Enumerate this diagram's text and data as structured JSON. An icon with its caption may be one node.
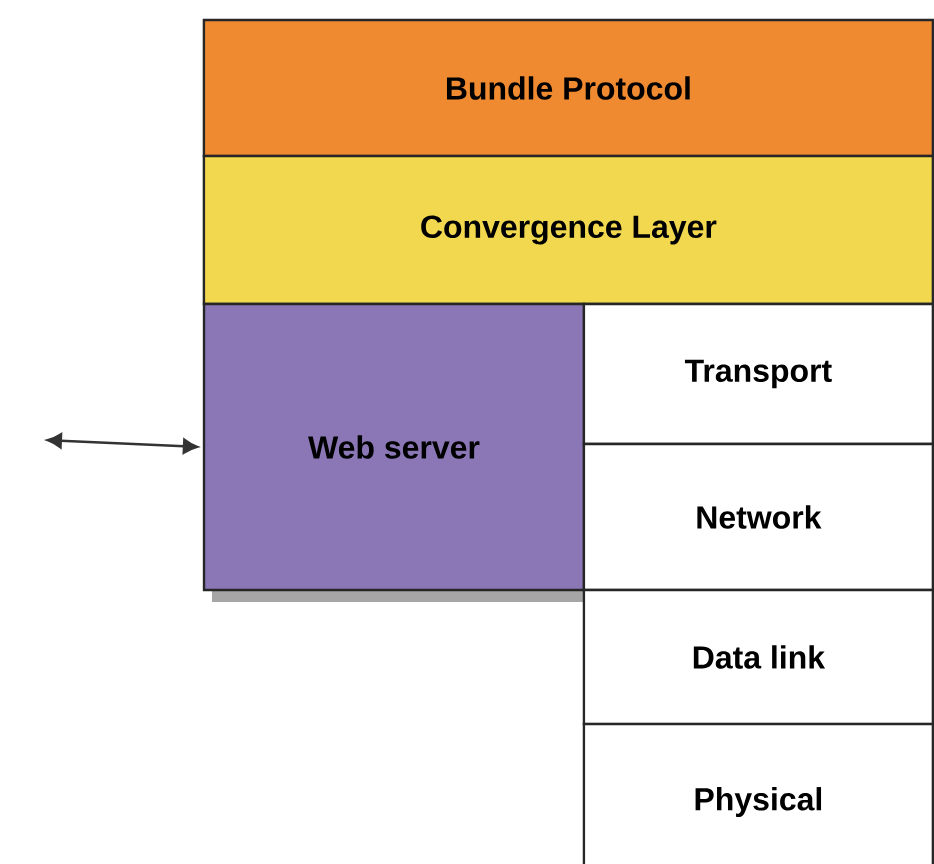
{
  "diagram": {
    "nodes": [
      {
        "text": [
          "Bundle Protocol"
        ]
      },
      {
        "text": [
          "Convergence Layer"
        ]
      },
      {
        "text": [
          "Web server"
        ]
      },
      {
        "text": [
          "Transport"
        ]
      },
      {
        "text": [
          "Network"
        ]
      },
      {
        "text": [
          "Data link"
        ]
      },
      {
        "text": [
          "Physical"
        ]
      }
    ],
    "edges": [
      {
        "from": null,
        "to": 2,
        "arrow": "both"
      }
    ]
  }
}
